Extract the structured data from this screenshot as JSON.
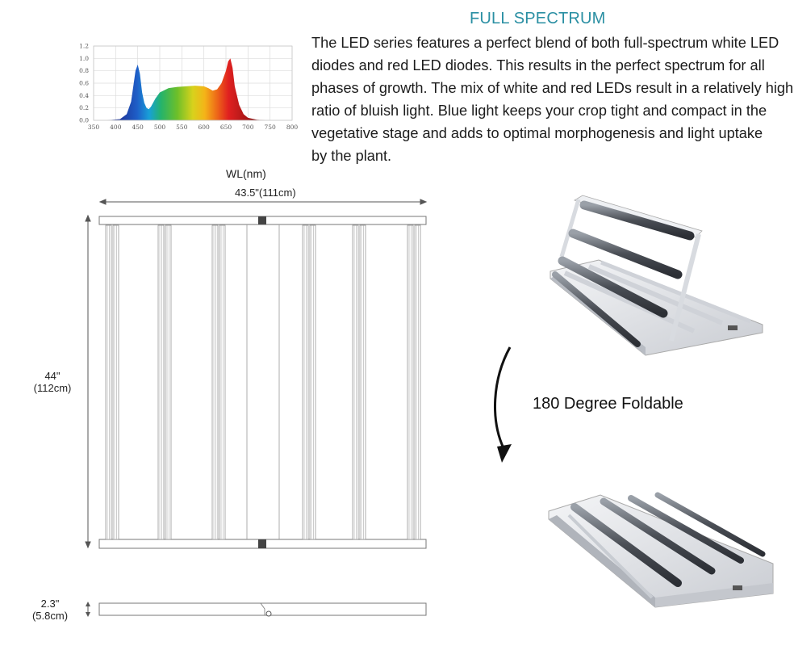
{
  "header": {
    "title": "FULL SPECTRUM",
    "description_lines": [
      "The LED series features a perfect blend of both full-spectrum white LED",
      "diodes and red LED diodes. This results in the perfect spectrum for all",
      "phases of growth. The mix of white and red LEDs result in a relatively high",
      "ratio of bluish light. Blue light keeps your crop tight and compact in the",
      "vegetative stage and adds to optimal morphogenesis and light uptake",
      "by the plant."
    ]
  },
  "chart_data": {
    "type": "area",
    "title": "",
    "xlabel": "WL(nm)",
    "ylabel": "",
    "xlim": [
      350,
      800
    ],
    "ylim": [
      0,
      1.2
    ],
    "x_ticks": [
      "350",
      "400",
      "450",
      "500",
      "550",
      "600",
      "650",
      "700",
      "750",
      "800"
    ],
    "y_ticks": [
      "0.0",
      "0.2",
      "0.4",
      "0.6",
      "0.8",
      "1.0",
      "1.2"
    ],
    "grid": true,
    "x": [
      380,
      410,
      425,
      435,
      440,
      445,
      450,
      455,
      460,
      465,
      470,
      475,
      480,
      490,
      500,
      520,
      540,
      560,
      580,
      600,
      610,
      620,
      630,
      640,
      650,
      655,
      660,
      665,
      670,
      680,
      690,
      700,
      720,
      740
    ],
    "values": [
      0.0,
      0.02,
      0.1,
      0.3,
      0.55,
      0.8,
      0.9,
      0.75,
      0.45,
      0.28,
      0.2,
      0.18,
      0.22,
      0.35,
      0.45,
      0.52,
      0.54,
      0.55,
      0.56,
      0.55,
      0.52,
      0.48,
      0.5,
      0.6,
      0.8,
      0.95,
      1.0,
      0.85,
      0.55,
      0.25,
      0.1,
      0.04,
      0.01,
      0.0
    ]
  },
  "dimensions": {
    "width_label": "43.5\"(111cm)",
    "height_line1": "44\"",
    "height_line2": "(112cm)",
    "thickness_line1": "2.3\"",
    "thickness_line2": "(5.8cm)"
  },
  "fold": {
    "label": "180 Degree Foldable"
  },
  "colors": {
    "title": "#2a8fa3",
    "frame_stroke": "#777777",
    "bar_fill": "#c8c8c8"
  }
}
